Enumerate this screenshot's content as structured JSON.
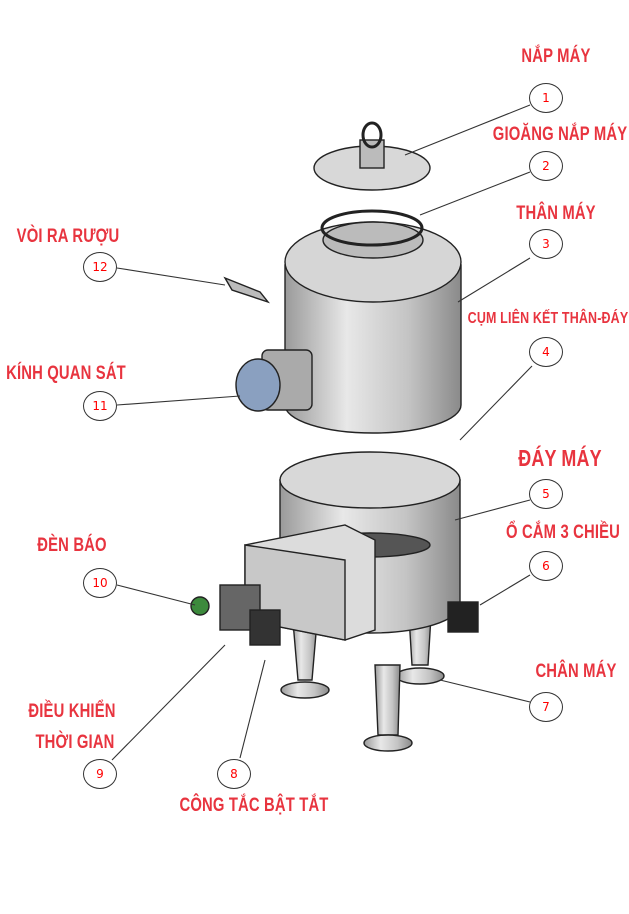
{
  "title": "Sơ đồ cấu tạo máy",
  "accent_color": "#e8343f",
  "parts": [
    {
      "number": "1",
      "label": "NẮP MÁY"
    },
    {
      "number": "2",
      "label": "GIOĂNG NẮP MÁY"
    },
    {
      "number": "3",
      "label": "THÂN MÁY"
    },
    {
      "number": "4",
      "label": "CỤM LIÊN KẾT THÂN-ĐÁY"
    },
    {
      "number": "5",
      "label": "ĐÁY MÁY"
    },
    {
      "number": "6",
      "label": "Ổ CẮM 3 CHIỀU"
    },
    {
      "number": "7",
      "label": "CHÂN MÁY"
    },
    {
      "number": "8",
      "label": "CÔNG TẮC BẬT TẮT"
    },
    {
      "number": "9",
      "label_line1": "ĐIỀU KHIỂN",
      "label_line2": "THỜI GIAN"
    },
    {
      "number": "10",
      "label": "ĐÈN BÁO"
    },
    {
      "number": "11",
      "label": "KÍNH QUAN SÁT"
    },
    {
      "number": "12",
      "label": "VÒI RA RƯỢU"
    }
  ]
}
